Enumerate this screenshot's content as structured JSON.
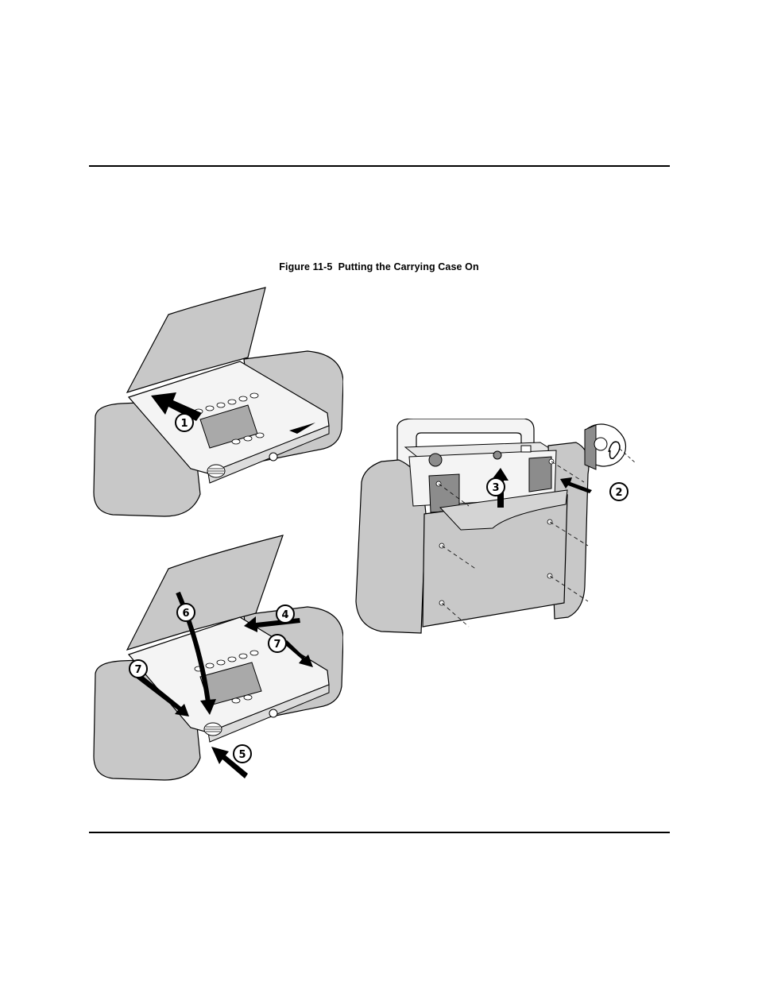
{
  "caption": {
    "figure_number": "Figure 11-5",
    "title": "Putting the Carrying Case On"
  },
  "callouts": {
    "step1": "1",
    "step2": "2",
    "step3": "3",
    "step4": "4",
    "step5": "5",
    "step6": "6",
    "step7a": "7",
    "step7b": "7"
  },
  "colors": {
    "case_gray": "#c8c8c8",
    "case_dark": "#8c8c8c",
    "device_white": "#f4f4f4",
    "line": "#000000"
  }
}
